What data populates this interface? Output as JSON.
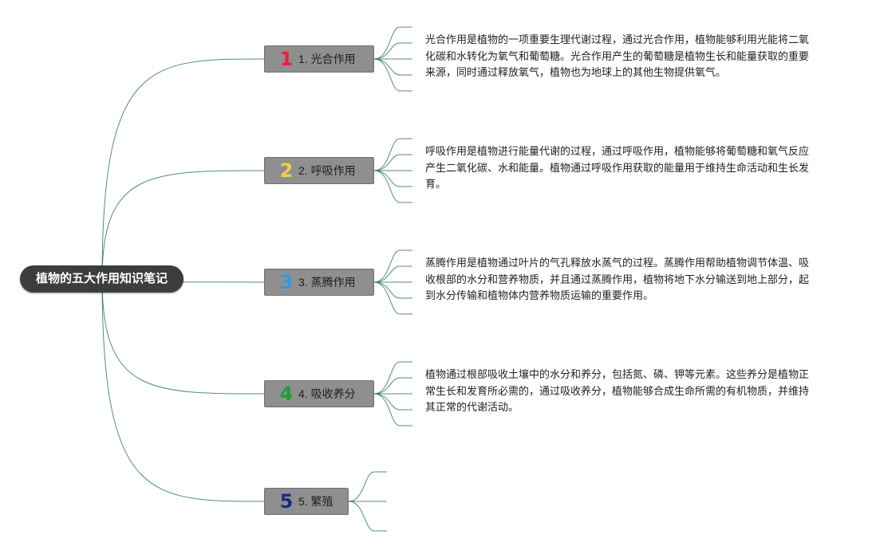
{
  "root": {
    "label": "植物的五大作用知识笔记"
  },
  "topics": [
    {
      "number": "1",
      "number_color": "#e8213a",
      "label": "1. 光合作用",
      "note": "光合作用是植物的一项重要生理代谢过程，通过光合作用，植物能够利用光能将二氧化碳和水转化为氧气和葡萄糖。光合作用产生的葡萄糖是植物生长和能量获取的重要来源，同时通过释放氧气，植物也为地球上的其他生物提供氧气。"
    },
    {
      "number": "2",
      "number_color": "#f2cf45",
      "label": "2. 呼吸作用",
      "note": "呼吸作用是植物进行能量代谢的过程，通过呼吸作用，植物能够将葡萄糖和氧气反应产生二氧化碳、水和能量。植物通过呼吸作用获取的能量用于维持生命活动和生长发育。"
    },
    {
      "number": "3",
      "number_color": "#2b9be0",
      "label": "3. 蒸腾作用",
      "note": "蒸腾作用是植物通过叶片的气孔释放水蒸气的过程。蒸腾作用帮助植物调节体温、吸收根部的水分和营养物质，并且通过蒸腾作用，植物将地下水分输送到地上部分，起到水分传输和植物体内营养物质运输的重要作用。"
    },
    {
      "number": "4",
      "number_color": "#1f9e2f",
      "label": "4. 吸收养分",
      "note": "植物通过根部吸收土壤中的水分和养分，包括氮、磷、钾等元素。这些养分是植物正常生长和发育所必需的，通过吸收养分，植物能够合成生命所需的有机物质，并维持其正常的代谢活动。"
    },
    {
      "number": "5",
      "number_color": "#1c2a8c",
      "label": "5. 繁殖",
      "note": ""
    }
  ],
  "colors": {
    "link": "#2e7d5b",
    "root_bg": "#3d3d3d",
    "topic_bg": "#8f8f8f"
  }
}
